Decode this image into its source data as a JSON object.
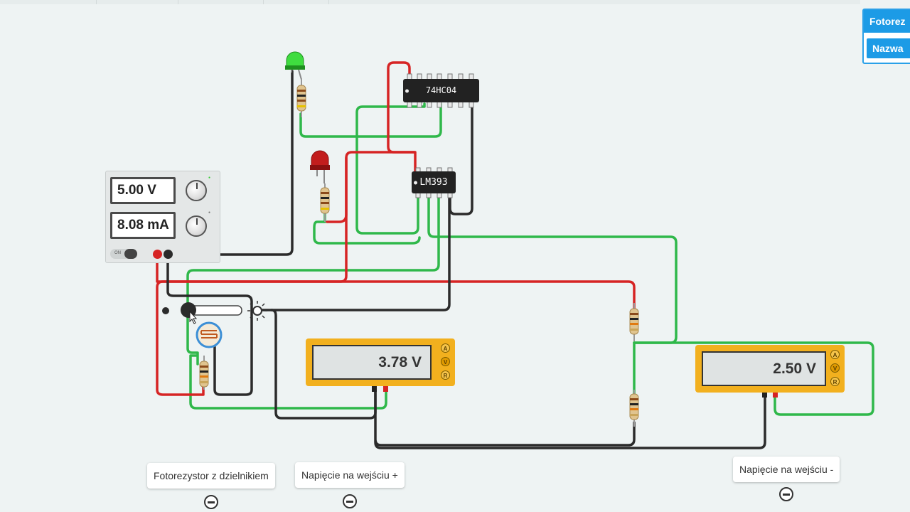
{
  "power_supply": {
    "voltage": "5.00 V",
    "current": "8.08 mA",
    "on_label": "ON"
  },
  "chips": {
    "inverter": "74HC04",
    "comparator": "LM393"
  },
  "meters": {
    "left_reading": "3.78 V",
    "right_reading": "2.50 V",
    "buttons": [
      "A",
      "V",
      "R"
    ]
  },
  "labels": {
    "photoresistor": "Fotorezystor z dzielnikiem",
    "input_plus": "Napięcie na wejściu +",
    "input_minus": "Napięcie na wejściu -"
  },
  "right_panel": {
    "title": "Fotorez",
    "name_button": "Nazwa"
  },
  "colors": {
    "wire_red": "#d62424",
    "wire_black": "#2b2b2b",
    "wire_green": "#2fb84a",
    "meter": "#f2b01e",
    "accent": "#1c9be6"
  },
  "icons": [
    "green-led-icon",
    "red-led-icon",
    "photoresistor-icon",
    "resistor-icon",
    "slider-icon",
    "collapse-minus-icon"
  ]
}
